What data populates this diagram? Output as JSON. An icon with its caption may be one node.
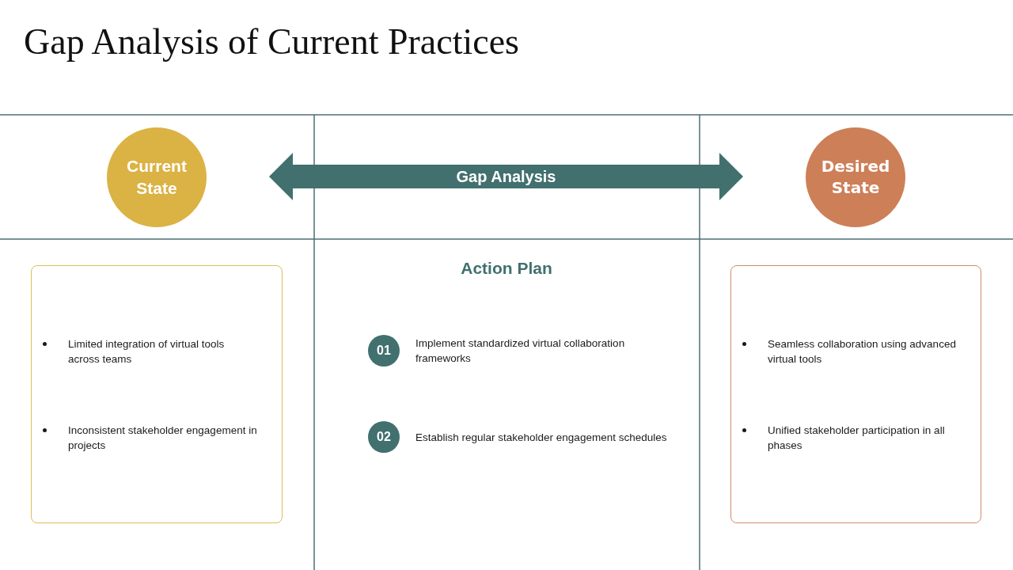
{
  "diagram": {
    "title": "Gap Analysis of Current Practices",
    "nodes": [
      {
        "text": [
          "Current State"
        ]
      },
      {
        "text": [
          "Desired State"
        ]
      },
      {
        "text": [
          "Limited integration of virtual tools across teams",
          "Inconsistent stakeholder engagement in projects"
        ]
      },
      {
        "text": [
          "01"
        ],
        "beside": [
          "Implement standardized virtual collaboration frameworks"
        ]
      },
      {
        "text": [
          "02"
        ],
        "beside": [
          "Establish regular stakeholder engagement schedules"
        ]
      },
      {
        "text": [
          "Seamless collaboration using advanced virtual tools",
          "Unified stakeholder participation in all phases"
        ]
      }
    ],
    "edges": [
      {
        "from": 0,
        "to": 1,
        "arrow": "both",
        "label": "Gap Analysis"
      }
    ],
    "labels": [
      "Action Plan"
    ]
  }
}
